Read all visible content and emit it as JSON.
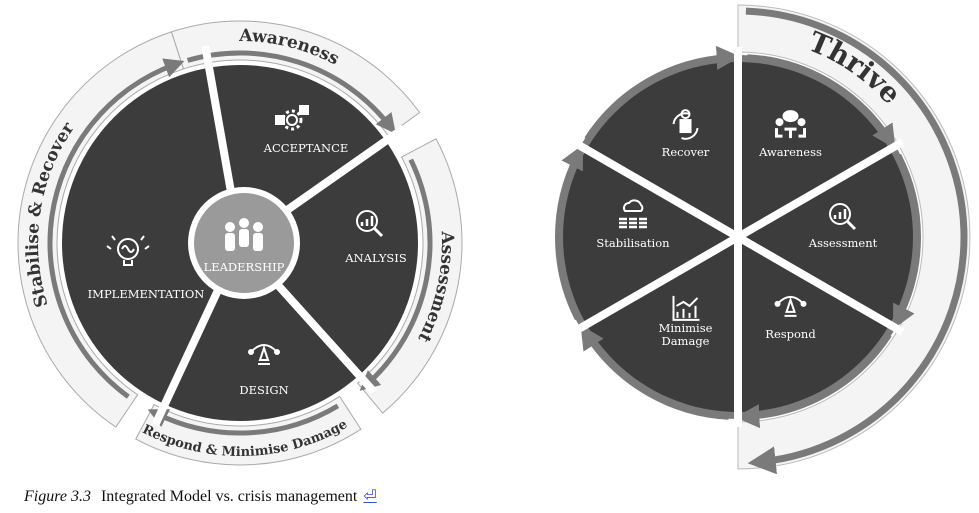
{
  "colors": {
    "dark": "#3c3c3c",
    "band": "#f4f4f4",
    "arrow": "#7a7a7a",
    "center": "#9a9a9a",
    "link": "#3355cc"
  },
  "left_model": {
    "center_label": "LEADERSHIP",
    "segments": [
      {
        "label": "ACCEPTANCE",
        "icon": "gear-chat-icon"
      },
      {
        "label": "ANALYSIS",
        "icon": "magnifier-chart-icon"
      },
      {
        "label": "DESIGN",
        "icon": "pen-tool-icon"
      },
      {
        "label": "IMPLEMENTATION",
        "icon": "lightbulb-brain-icon"
      }
    ],
    "bands": [
      "Awareness",
      "Assessment",
      "Respond & Minimise Damage",
      "Stabilise & Recover"
    ]
  },
  "right_model": {
    "segments": [
      {
        "label": "Awareness",
        "icon": "meeting-icon"
      },
      {
        "label": "Assessment",
        "icon": "magnifier-chart-icon"
      },
      {
        "label": "Respond",
        "icon": "pen-tool-icon"
      },
      {
        "label": "Minimise Damage",
        "icon": "growth-chart-icon"
      },
      {
        "label": "Stabilisation",
        "icon": "cloud-database-icon"
      },
      {
        "label": "Recover",
        "icon": "recovery-cycle-icon"
      }
    ],
    "band": "Thrive"
  },
  "caption": {
    "figure": "Figure 3.3",
    "text": "Integrated Model vs. crisis management",
    "link_icon": "⏎"
  }
}
